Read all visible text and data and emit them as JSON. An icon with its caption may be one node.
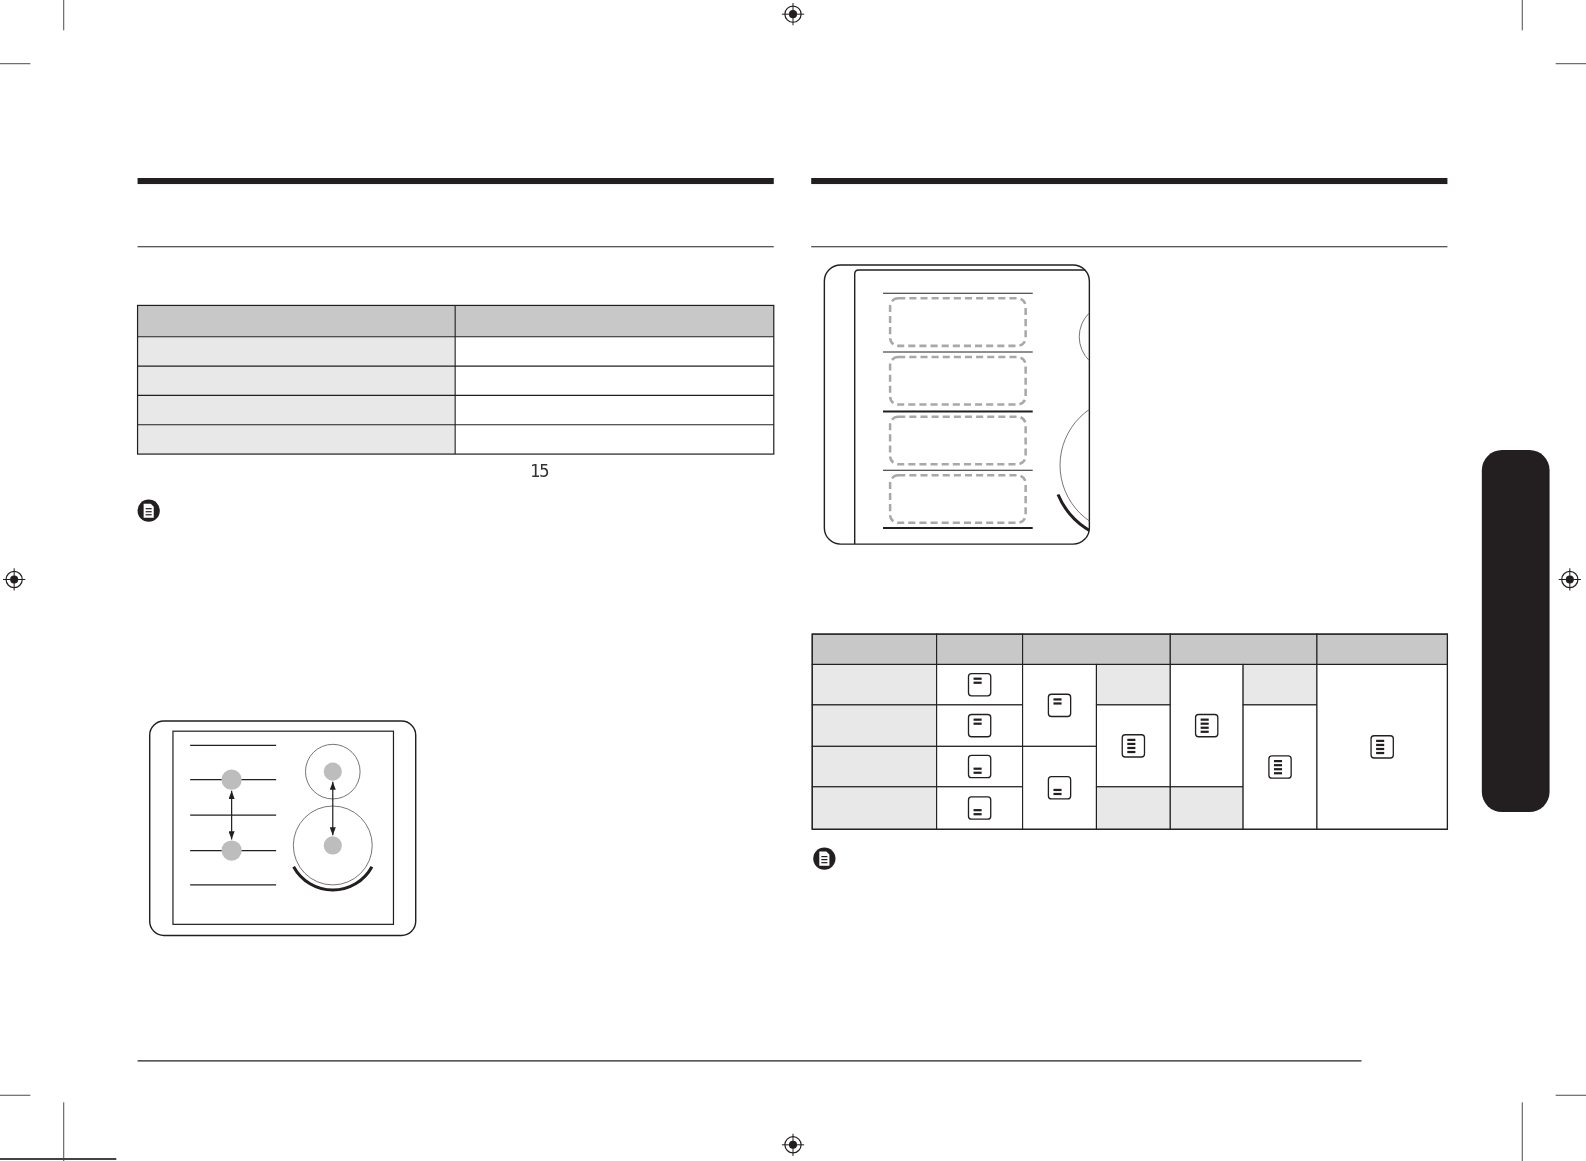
{
  "diagram": {
    "nodes": [
      {
        "text": [],
        "shape": "circle"
      },
      {
        "text": [],
        "shape": "circle"
      },
      {
        "text": [],
        "shape": "circle"
      },
      {
        "text": [],
        "shape": "circle"
      },
      {
        "text": [],
        "shape": "bar"
      }
    ],
    "edges": [
      {
        "from": 0,
        "to": 1,
        "arrow": "both"
      },
      {
        "from": 2,
        "to": 3,
        "arrow": "both"
      }
    ],
    "labels": [
      "15"
    ]
  }
}
